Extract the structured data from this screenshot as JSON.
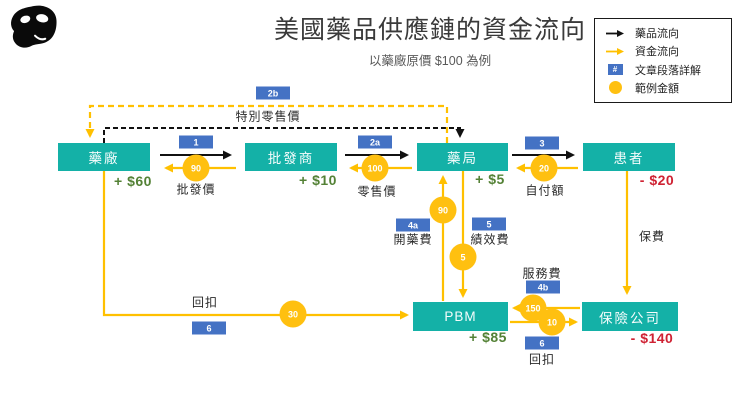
{
  "title": "美國藥品供應鏈的資金流向",
  "subtitle": "以藥廠原價 $100 為例",
  "legend": {
    "drug_flow": "藥品流向",
    "money_flow": "資金流向",
    "paragraph_ref": "文章段落詳解",
    "paragraph_symbol": "#",
    "example_amount": "範例金額"
  },
  "nodes": {
    "manufacturer": {
      "label": "藥廠",
      "delta": "+ $60"
    },
    "wholesaler": {
      "label": "批發商",
      "delta": "+ $10"
    },
    "pharmacy": {
      "label": "藥局",
      "delta": "+ $5"
    },
    "patient": {
      "label": "患者",
      "delta": "- $20"
    },
    "pbm": {
      "label": "PBM",
      "delta": "+ $85"
    },
    "insurer": {
      "label": "保險公司",
      "delta": "- $140"
    }
  },
  "flows": {
    "wholesale": {
      "badge": "1",
      "amount": "90",
      "label": "批發價"
    },
    "retail": {
      "badge": "2a",
      "amount": "100",
      "label": "零售價"
    },
    "special_retail": {
      "badge": "2b",
      "label": "特別零售價"
    },
    "copay": {
      "badge": "3",
      "amount": "20",
      "label": "自付額"
    },
    "dispensing_fee": {
      "badge": "4a",
      "amount": "90",
      "label": "開藥費"
    },
    "performance_fee": {
      "badge": "5",
      "amount": "5",
      "label": "績效費"
    },
    "service_fee": {
      "badge": "4b",
      "amount": "150",
      "label": "服務費"
    },
    "rebate_to_insurer": {
      "badge": "6",
      "amount": "10",
      "label": "回扣"
    },
    "rebate_to_pbm": {
      "badge": "6",
      "amount": "30",
      "label": "回扣"
    },
    "premium": {
      "label": "保費"
    }
  },
  "colors": {
    "node_teal": "#14b1a7",
    "badge_blue": "#4472c4",
    "money_gold": "#ffc000",
    "drug_black": "#111111",
    "gain_green": "#538135",
    "loss_red": "#cf2233"
  }
}
